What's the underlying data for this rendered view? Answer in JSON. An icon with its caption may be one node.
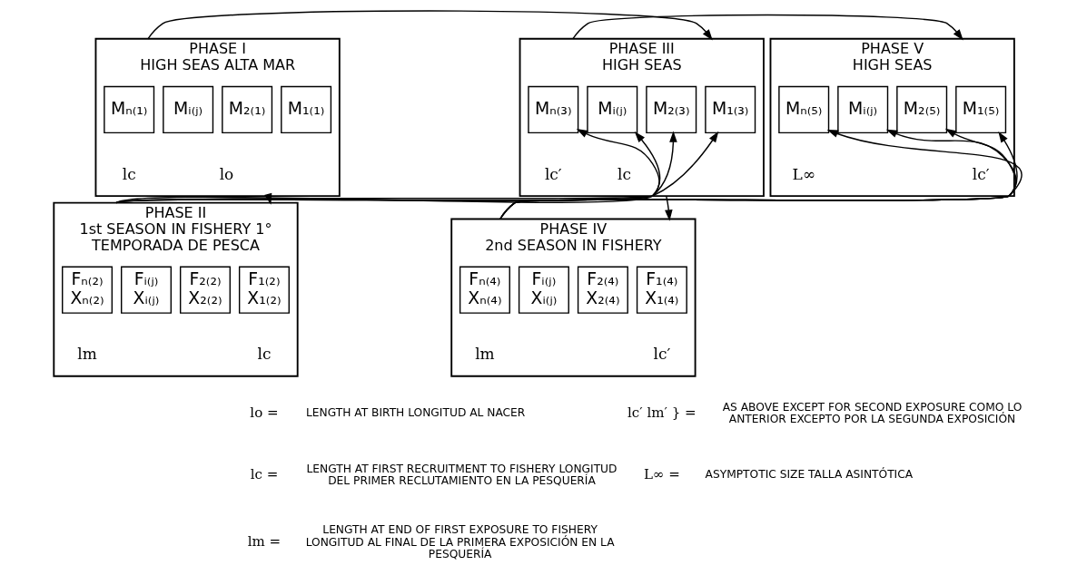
{
  "diagram": {
    "nodes": [
      {
        "text": [
          "PHASE I",
          "HIGH SEAS ALTA MAR"
        ],
        "beside": [
          "lo",
          "lc"
        ]
      },
      {
        "text": [
          "M₁₍₁₎"
        ],
        "in": 0
      },
      {
        "text": [
          "M₂₍₁₎"
        ],
        "in": 0
      },
      {
        "text": [
          "Mᵢ₍ⱼ₎"
        ],
        "in": 0
      },
      {
        "text": [
          "Mₙ₍₁₎"
        ],
        "in": 0
      },
      {
        "text": [
          "PHASE III",
          "HIGH SEAS"
        ],
        "beside": [
          "lc",
          "lc′"
        ]
      },
      {
        "text": [
          "M₁₍₃₎"
        ],
        "in": 5
      },
      {
        "text": [
          "M₂₍₃₎"
        ],
        "in": 5
      },
      {
        "text": [
          "Mᵢ₍ⱼ₎"
        ],
        "in": 5
      },
      {
        "text": [
          "Mₙ₍₃₎"
        ],
        "in": 5
      },
      {
        "text": [
          "PHASE V",
          "HIGH SEAS"
        ],
        "beside": [
          "lc′",
          "L∞"
        ]
      },
      {
        "text": [
          "M₁₍₅₎"
        ],
        "in": 10
      },
      {
        "text": [
          "M₂₍₅₎"
        ],
        "in": 10
      },
      {
        "text": [
          "Mᵢ₍ⱼ₎"
        ],
        "in": 10
      },
      {
        "text": [
          "Mₙ₍₅₎"
        ],
        "in": 10
      },
      {
        "text": [
          "PHASE II",
          "1st SEASON IN FISHERY 1° TEMPORADA DE PESCA"
        ],
        "beside": [
          "lc",
          "lm"
        ]
      },
      {
        "text": [
          "F₁₍₂₎",
          "X₁₍₂₎"
        ],
        "in": 15
      },
      {
        "text": [
          "F₂₍₂₎",
          "X₂₍₂₎"
        ],
        "in": 15
      },
      {
        "text": [
          "Fᵢ₍ⱼ₎",
          "Xᵢ₍ⱼ₎"
        ],
        "in": 15
      },
      {
        "text": [
          "Fₙ₍₂₎",
          "Xₙ₍₂₎"
        ],
        "in": 15
      },
      {
        "text": [
          "PHASE IV",
          "2nd SEASON IN FISHERY"
        ],
        "beside": [
          "lc′",
          "lm"
        ]
      },
      {
        "text": [
          "F₁₍₄₎",
          "X₁₍₄₎"
        ],
        "in": 20
      },
      {
        "text": [
          "F₂₍₄₎",
          "X₂₍₄₎"
        ],
        "in": 20
      },
      {
        "text": [
          "Fᵢ₍ⱼ₎",
          "Xᵢ₍ⱼ₎"
        ],
        "in": 20
      },
      {
        "text": [
          "Fₙ₍₄₎",
          "Xₙ₍₄₎"
        ],
        "in": 20
      }
    ],
    "edges": [
      {
        "from": 0,
        "to": 5,
        "arrow": "to"
      },
      {
        "from": 5,
        "to": 10,
        "arrow": "to"
      },
      {
        "from": 0,
        "to": 15,
        "arrow": "to"
      },
      {
        "from": 15,
        "to": 6,
        "arrow": "to"
      },
      {
        "from": 15,
        "to": 7,
        "arrow": "to"
      },
      {
        "from": 15,
        "to": 8,
        "arrow": "to"
      },
      {
        "from": 15,
        "to": 9,
        "arrow": "to"
      },
      {
        "from": 5,
        "to": 20,
        "arrow": "to"
      },
      {
        "from": 20,
        "to": 11,
        "arrow": "to"
      },
      {
        "from": 20,
        "to": 12,
        "arrow": "to"
      },
      {
        "from": 20,
        "to": 13,
        "arrow": "to"
      },
      {
        "from": 20,
        "to": 14,
        "arrow": "to"
      }
    ],
    "labels": [
      "lo =",
      "LENGTH AT BIRTH LONGITUD AL NACER",
      "lc =",
      "LENGTH AT FIRST RECRUITMENT TO FISHERY LONGITUD DEL PRIMER RECLUTAMIENTO EN LA PESQUERÍA",
      "lm =",
      "LENGTH AT END OF FIRST EXPOSURE TO FISHERY LONGITUD AL FINAL DE LA PRIMERA EXPOSICIÓN EN LA PESQUERÍA",
      "lc′ lm′ } =",
      "AS ABOVE EXCEPT FOR SECOND EXPOSURE COMO LO ANTERIOR EXCEPTO POR LA SEGUNDA EXPOSICIÓN",
      "L∞ =",
      "ASYMPTOTIC SIZE TALLA ASINTÓTICA"
    ]
  }
}
